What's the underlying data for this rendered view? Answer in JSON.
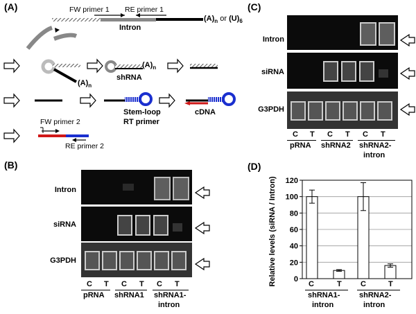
{
  "panels": {
    "a": {
      "letter": "(A)",
      "fw1": "FW primer 1",
      "re1": "RE primer 1",
      "poly": "(A)",
      "poly_sub": "n",
      "or_text": "or",
      "u6": "(U)",
      "u6_sub": "6",
      "intron": "Intron",
      "an": "(A)",
      "an_sub": "n",
      "shrna": "shRNA",
      "an2": "(A)",
      "an2_sub": "n",
      "stemloop1": "Stem-loop",
      "stemloop2": "RT primer",
      "cdna": "cDNA",
      "fw2": "FW primer 2",
      "re2": "RE primer 2"
    },
    "b": {
      "letter": "(B)",
      "rows": [
        "Intron",
        "siRNA",
        "G3PDH"
      ],
      "lanes": [
        "C",
        "T",
        "C",
        "T",
        "C",
        "T"
      ],
      "groups": [
        "pRNA",
        "shRNA1",
        "shRNA1-",
        "intron"
      ]
    },
    "c": {
      "letter": "(C)",
      "rows": [
        "Intron",
        "siRNA",
        "G3PDH"
      ],
      "lanes": [
        "C",
        "T",
        "C",
        "T",
        "C",
        "T"
      ],
      "groups": [
        "pRNA",
        "shRNA2",
        "shRNA2-",
        "intron"
      ]
    },
    "d": {
      "letter": "(D)",
      "ylabel": "Relative levels (siRNA / Intron)",
      "yticks": [
        "0",
        "20",
        "40",
        "60",
        "80",
        "100",
        "120"
      ],
      "lanes": [
        "C",
        "T",
        "C",
        "T"
      ],
      "groups": [
        "shRNA1-",
        "intron",
        "shRNA2-",
        "intron"
      ]
    }
  },
  "chart_data": {
    "type": "bar",
    "categories": [
      "shRNA1-intron C",
      "shRNA1-intron T",
      "shRNA2-intron C",
      "shRNA2-intron T"
    ],
    "values": [
      100,
      10,
      100,
      16
    ],
    "errors": [
      8,
      1,
      17,
      2
    ],
    "ylabel": "Relative levels (siRNA / Intron)",
    "ylim": [
      0,
      120
    ],
    "grid": true
  }
}
